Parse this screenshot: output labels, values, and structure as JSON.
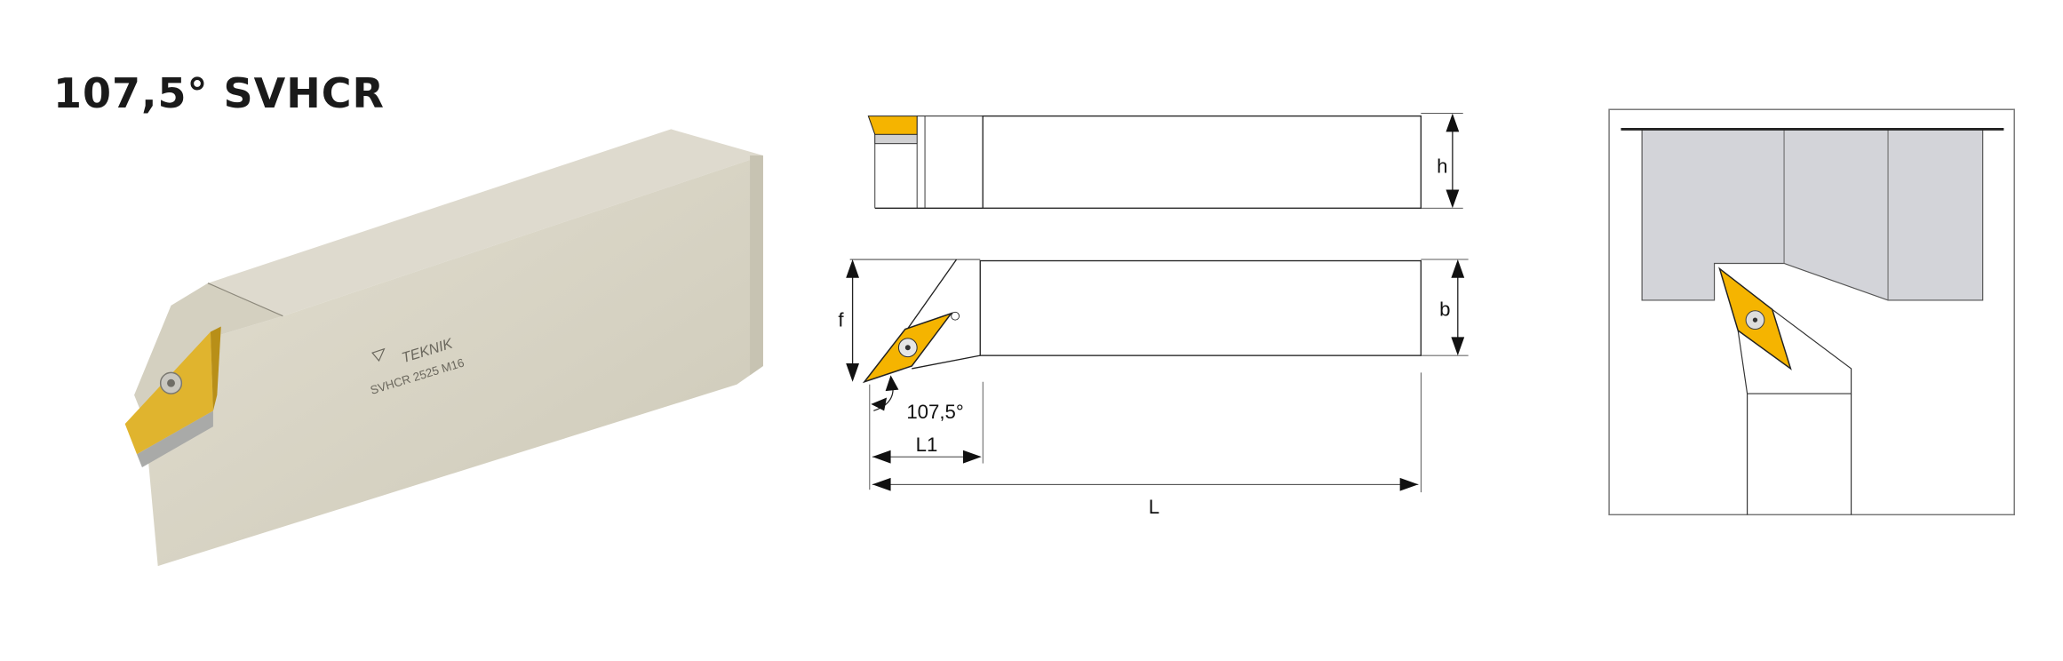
{
  "title": "107,5° SVHCR",
  "product_render": {
    "brand_logo_text": "TEKNIK",
    "engraving": "SVHCR 2525 M16"
  },
  "technical_drawing": {
    "dimensions": {
      "h": "h",
      "b": "b",
      "f": "f",
      "L1": "L1",
      "L": "L",
      "angle": "107,5°"
    }
  },
  "colors": {
    "insert": "#f5b400",
    "holder_body": "#d8d4c4",
    "workpiece": "#d3d4d9"
  }
}
